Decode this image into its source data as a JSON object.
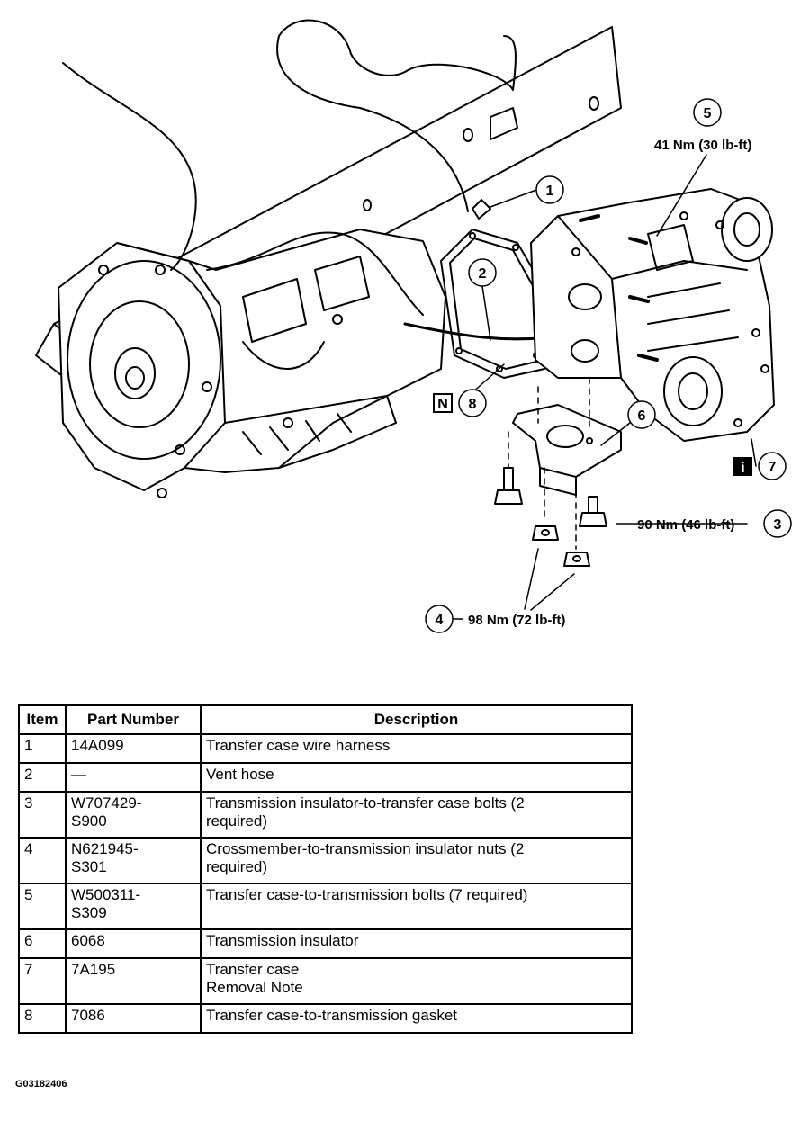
{
  "callouts": [
    {
      "num": "1"
    },
    {
      "num": "2"
    },
    {
      "num": "3",
      "torque": "90 Nm (46 lb-ft)"
    },
    {
      "num": "4",
      "torque": "98 Nm (72 lb-ft)"
    },
    {
      "num": "5",
      "torque": "41 Nm (30 lb-ft)"
    },
    {
      "num": "6"
    },
    {
      "num": "7"
    },
    {
      "num": "8"
    }
  ],
  "badges": {
    "n": "N",
    "i": "i"
  },
  "table": {
    "headers": [
      "Item",
      "Part Number",
      "Description"
    ],
    "rows": [
      {
        "item": "1",
        "part": "14A099",
        "desc": [
          "Transfer case wire harness"
        ]
      },
      {
        "item": "2",
        "part": "—",
        "desc": [
          "Vent hose"
        ]
      },
      {
        "item": "3",
        "part": [
          "W707429-",
          "S900"
        ],
        "desc": [
          "Transmission insulator-to-transfer case bolts (2",
          "required)"
        ]
      },
      {
        "item": "4",
        "part": [
          "N621945-",
          "S301"
        ],
        "desc": [
          "Crossmember-to-transmission insulator nuts (2",
          "required)"
        ]
      },
      {
        "item": "5",
        "part": [
          "W500311-",
          "S309"
        ],
        "desc": [
          "Transfer case-to-transmission bolts (7 required)"
        ]
      },
      {
        "item": "6",
        "part": "6068",
        "desc": [
          "Transmission insulator"
        ]
      },
      {
        "item": "7",
        "part": "7A195",
        "desc": [
          "Transfer case",
          "Removal Note"
        ]
      },
      {
        "item": "8",
        "part": "7086",
        "desc": [
          "Transfer case-to-transmission gasket"
        ]
      }
    ]
  },
  "figure_id": "G03182406"
}
